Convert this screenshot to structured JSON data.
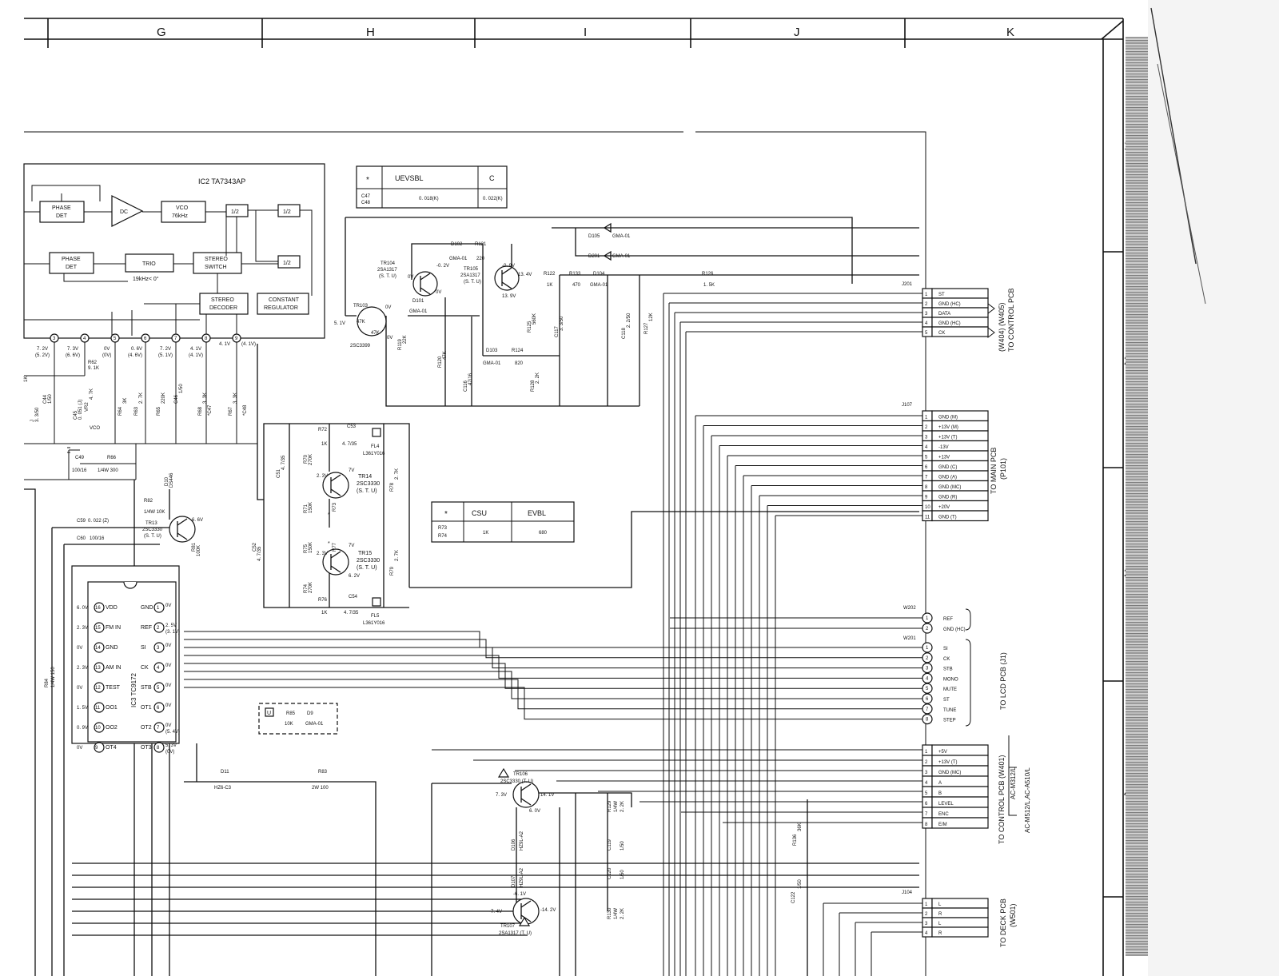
{
  "sheet": {
    "columns": [
      "G",
      "H",
      "I",
      "J",
      "K"
    ],
    "rows": [
      "1",
      "2",
      "3",
      "4"
    ]
  },
  "ic2": {
    "title": "IC2  TA7343AP",
    "blocks": {
      "phase_det_1": [
        "PHASE",
        "DET"
      ],
      "dc": "DC",
      "vco": [
        "VCO",
        "76kHz"
      ],
      "div1": "1/2",
      "div2": "1/2",
      "div3": "1/2",
      "phase_det_2": [
        "PHASE",
        "DET"
      ],
      "trio": "TRIO",
      "stereo_switch": [
        "STEREO",
        "SWITCH"
      ],
      "freq": "19kHz< 0°",
      "stereo_decoder": [
        "STEREO",
        "DECODER"
      ],
      "constant_regulator": [
        "CONSTANT",
        "REGULATOR"
      ]
    },
    "pins": [
      {
        "n": "3",
        "v1": "7. 2V",
        "v2": "(5. 2V)"
      },
      {
        "n": "4",
        "v1": "7. 3V",
        "v2": "(6. 6V)"
      },
      {
        "n": "5",
        "v1": "0V",
        "v2": "(0V)"
      },
      {
        "n": "6",
        "v1": "0. 6V",
        "v2": "(4. 6V)"
      },
      {
        "n": "7",
        "v1": "7. 2V",
        "v2": "(5. 1V)"
      },
      {
        "n": "8",
        "v1": "4. 1V",
        "v2": "(4. 1V)"
      },
      {
        "n": "9",
        "v1": "4. 1V",
        "v2": "(4. 1V)"
      }
    ]
  },
  "table1": {
    "star": "*",
    "head": [
      "UEVSBL",
      "C"
    ],
    "rows": [
      "C47",
      "C48"
    ],
    "v1": "0. 018(K)",
    "v2": "0. 022(K)"
  },
  "table2": {
    "star": "*",
    "head": [
      "CSU",
      "EVBL"
    ],
    "rows": [
      "R73",
      "R74"
    ],
    "v1": "1K",
    "v2": "680"
  },
  "parts": {
    "tr104": [
      "TR104",
      "2SA1317",
      "(S. T. U)"
    ],
    "tr105": [
      "TR105",
      "2SA1317",
      "(S. T. U)"
    ],
    "tr103": [
      "TR103",
      "2SC3399"
    ],
    "tr103_r": [
      "47K",
      "47K"
    ],
    "tr14": [
      "TR14",
      "2SC3330",
      "(S. T. U)"
    ],
    "tr15": [
      "TR15",
      "2SC3330",
      "(S. T. U)"
    ],
    "tr13": [
      "TR13",
      "2SC3330",
      "(S. T. U)"
    ],
    "tr106": [
      "TR106",
      "2SC3330 (T. U)"
    ],
    "tr107": [
      "TR107",
      "2SA1317 (T. U)"
    ],
    "ic3": "IC3  TC9172",
    "d102": [
      "D102",
      "GMA-01"
    ],
    "r121": [
      "R121",
      "220"
    ],
    "d105": [
      "D105",
      "GMA-01"
    ],
    "d201": [
      "D201",
      "GMA-01"
    ],
    "r122": [
      "R122",
      "1K"
    ],
    "r133": [
      "R133",
      "470"
    ],
    "d104": [
      "D104",
      "GMA-01"
    ],
    "r126": [
      "R126",
      "1. 5K"
    ],
    "d101": [
      "D101",
      "GMA-01"
    ],
    "d103": [
      "D103",
      "GMA-01"
    ],
    "r124": [
      "R124",
      "820"
    ],
    "r119": [
      "R119",
      "22K"
    ],
    "r120": [
      "R120",
      "47K"
    ],
    "r125": [
      "R125",
      "560K"
    ],
    "c117": [
      "C117",
      "3. 3/50"
    ],
    "c118": [
      "C118",
      "2. 2/50"
    ],
    "r127": [
      "R127",
      "12K"
    ],
    "c116": [
      "C116",
      "47/16"
    ],
    "r128": [
      "R128",
      "2. 2K"
    ],
    "r72": [
      "R72",
      "1K"
    ],
    "c53": [
      "C53",
      "4. 7/35"
    ],
    "fl4": [
      "FL4",
      "L361Y016"
    ],
    "r76": [
      "R76",
      "1K"
    ],
    "c54": [
      "C54",
      "4. 7/35"
    ],
    "fl5": [
      "FL5",
      "L361Y016"
    ],
    "r70": [
      "R70",
      "270K"
    ],
    "r71": [
      "R71",
      "150K"
    ],
    "r73": [
      "R73",
      "*"
    ],
    "r75": [
      "R75",
      "150K"
    ],
    "r74": [
      "R74",
      "270K"
    ],
    "r77": [
      "R77",
      "*"
    ],
    "r78": [
      "R78",
      "2. 7K"
    ],
    "r79": [
      "R79",
      "2. 7K"
    ],
    "c51": [
      "C51",
      "4. 7/35"
    ],
    "c52": [
      "C52",
      "4. 7/35"
    ],
    "c49": [
      "C49",
      "100/16"
    ],
    "r66": [
      "R66",
      "1/4W 300"
    ],
    "d10": [
      "D10",
      "DS446"
    ],
    "r62": [
      "R62",
      "9. 1K"
    ],
    "vr2": [
      "VR2",
      "4. 7K",
      "VCO"
    ],
    "c44": [
      "C44",
      "1/50"
    ],
    "c45": [
      "C45",
      "0. 051 (J)"
    ],
    "r64": [
      "R64",
      "3K"
    ],
    "r63": [
      "R63",
      "2. 7K"
    ],
    "r65": [
      "R65",
      "220K"
    ],
    "c46": [
      "C46",
      "1/50"
    ],
    "r68": [
      "R68",
      "3. 3K"
    ],
    "c47": [
      "*C47"
    ],
    "r67": [
      "R67",
      "3. 3K"
    ],
    "c48": [
      "*C48"
    ],
    "r82": [
      "R82",
      "1/4W 10K"
    ],
    "r81": [
      "R81",
      "100K"
    ],
    "c59": [
      "C59",
      "0. 022 (Z)"
    ],
    "c60": [
      "C60",
      "100/16"
    ],
    "r84": [
      "R84",
      "1/4W 150"
    ],
    "r85": [
      "R85",
      "10K"
    ],
    "d9": [
      "D9",
      "GMA-01"
    ],
    "u_mark": "U",
    "d11": [
      "D11",
      "HZ6-C3"
    ],
    "r83": [
      "R83",
      "2W 100"
    ],
    "d106": [
      "D106",
      "HZ9L-A2"
    ],
    "d107": [
      "D107",
      "HZ9L-A2"
    ],
    "r129": [
      "R129",
      "1/4W",
      "2. 2K"
    ],
    "c119": [
      "C119",
      "1/50"
    ],
    "c120": [
      "C120",
      "1/50"
    ],
    "r130": [
      "R130",
      "1/4W",
      "2. 2K"
    ],
    "r136": [
      "R136",
      "36K"
    ],
    "c122": [
      "C122",
      "1/50"
    ],
    "left_r": [
      "1K"
    ],
    "left_c": [
      "J",
      "3. 3/50"
    ]
  },
  "voltages": {
    "tr104_b": "-0. 2V",
    "tr104_c": "0V",
    "tr104_e": "0V",
    "tr105_b": "-0. 9V",
    "tr105_e": "13. 4V",
    "tr105_c": "13. 9V",
    "tr103_in": "5. 1V",
    "tr103_c": "0V",
    "tr103_e": "0V",
    "tr14_b": "2. 3V",
    "tr14_c": "7V",
    "tr15_b": "2. 3V",
    "tr15_c": "7V",
    "tr15_e": "6. 2V",
    "tr13_c": "6. 6V",
    "tr106_b": "7. 3V",
    "tr106_c": "14. 1V",
    "tr106_e": "6. 0V",
    "tr107_b": "-6. 1V",
    "tr107_e": "-7. 4V",
    "tr107_c": "-14. 2V"
  },
  "ic3_pins": {
    "left": [
      {
        "v": "6. 0V",
        "n": "16",
        "l": "VDD"
      },
      {
        "v": "2. 3V",
        "n": "15",
        "l": "FM IN"
      },
      {
        "v": "0V",
        "n": "14",
        "l": "GND"
      },
      {
        "v": "2. 3V",
        "n": "13",
        "l": "AM IN"
      },
      {
        "v": "0V",
        "n": "12",
        "l": "TEST"
      },
      {
        "v": "1. 5V",
        "n": "11",
        "l": "OO1"
      },
      {
        "v": "0. 9V",
        "n": "10",
        "l": "OO2"
      },
      {
        "v": "0V",
        "n": "9",
        "l": "OT4"
      }
    ],
    "right": [
      {
        "l": "GND",
        "n": "1",
        "v": "0V"
      },
      {
        "l": "REF",
        "n": "2",
        "v": "2. 5V",
        "v2": "(3. 1V)"
      },
      {
        "l": "SI",
        "n": "3",
        "v": "0V"
      },
      {
        "l": "CK",
        "n": "4",
        "v": "0V"
      },
      {
        "l": "STB",
        "n": "5",
        "v": "0V"
      },
      {
        "l": "OT1",
        "n": "6",
        "v": "0V"
      },
      {
        "l": "OT2",
        "n": "7",
        "v": "0V",
        "v2": "(5. 4V)"
      },
      {
        "l": "OT3",
        "n": "8",
        "v": "5. 3V",
        "v2": "(0V)"
      }
    ]
  },
  "connectors": {
    "j201": {
      "name": "J201",
      "pins": [
        "ST",
        "GND (HC)",
        "DATA",
        "GND (HC)",
        "CK"
      ],
      "dest": "TO CONTROL PCB",
      "dest2": "(W404) (W405)"
    },
    "j107": {
      "name": "J107",
      "pins": [
        "GND (M)",
        "+13V (M)",
        "+13V (T)",
        "-13V",
        "+13V",
        "GND (C)",
        "GND (A)",
        "GND (MC)",
        "GND (R)",
        "+20V",
        "GND (T)"
      ],
      "dest": "TO MAIN PCB",
      "dest2": "(P101)"
    },
    "w202": {
      "name": "W202",
      "pins": [
        "REF",
        "GND (HC)"
      ]
    },
    "w201": {
      "name": "W201",
      "pins": [
        "SI",
        "CK",
        "STB",
        "MONO",
        "MUTE",
        "ST",
        "TUNE",
        "STEP"
      ],
      "dest": "TO LCD PCB (J1)"
    },
    "jctl": {
      "pins": [
        "+5V",
        "+13V (T)",
        "GND (MC)",
        "A",
        "B",
        "LEVEL",
        "ENC",
        "E/M"
      ],
      "dest": "TO CONTROL PCB (W401)",
      "models1": "AC-M312/L",
      "models2": "AC-M512/L,AC-A510/L"
    },
    "j104": {
      "name": "J104",
      "pins": [
        "L",
        "R",
        "L",
        "R"
      ],
      "dest": "TO DECK PCB",
      "dest2": "(W501)"
    }
  }
}
